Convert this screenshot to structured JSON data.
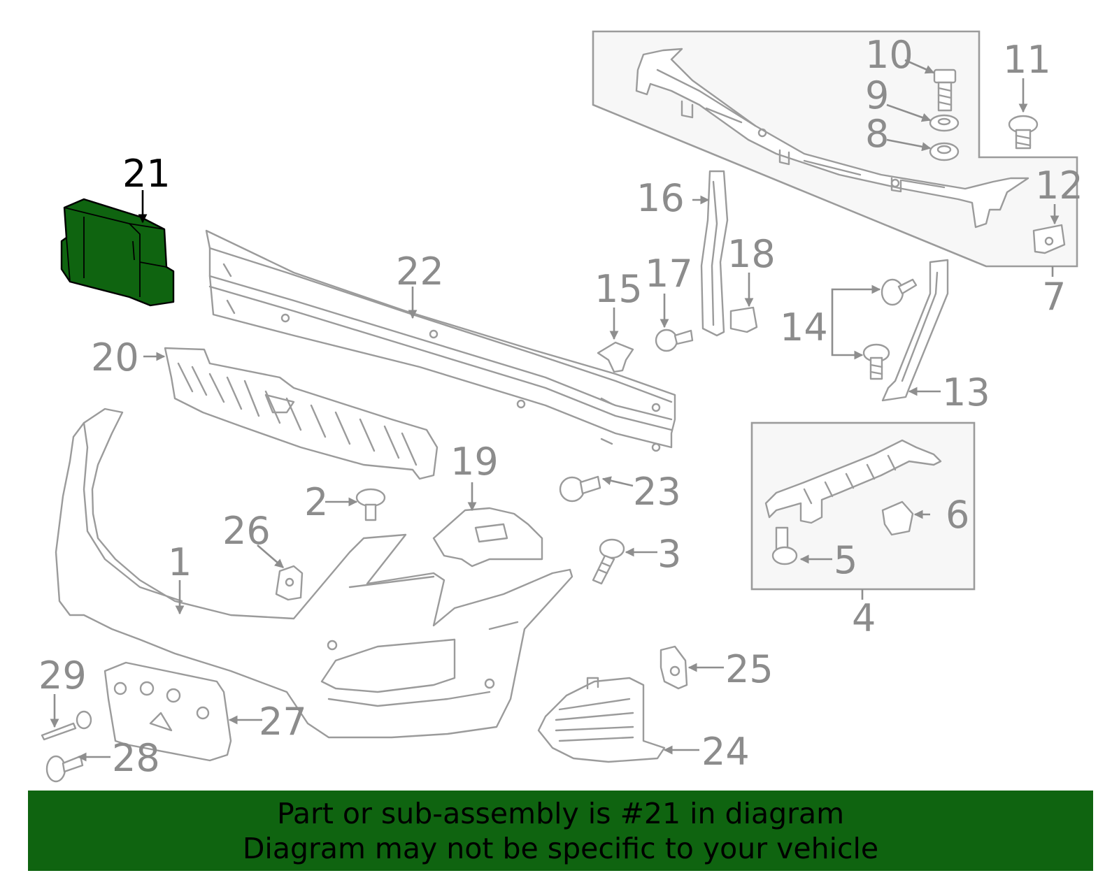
{
  "diagram": {
    "highlight_color": "#0f6410",
    "line_color": "#9b9b9b",
    "highlighted_callout": "21",
    "callouts": [
      "1",
      "2",
      "3",
      "4",
      "5",
      "6",
      "7",
      "8",
      "9",
      "10",
      "11",
      "12",
      "13",
      "14",
      "15",
      "16",
      "17",
      "18",
      "19",
      "20",
      "21",
      "22",
      "23",
      "24",
      "25",
      "26",
      "27",
      "28",
      "29"
    ]
  },
  "banner": {
    "line1": "Part or sub-assembly is #21 in diagram",
    "line2": "Diagram may not be specific to your vehicle"
  }
}
